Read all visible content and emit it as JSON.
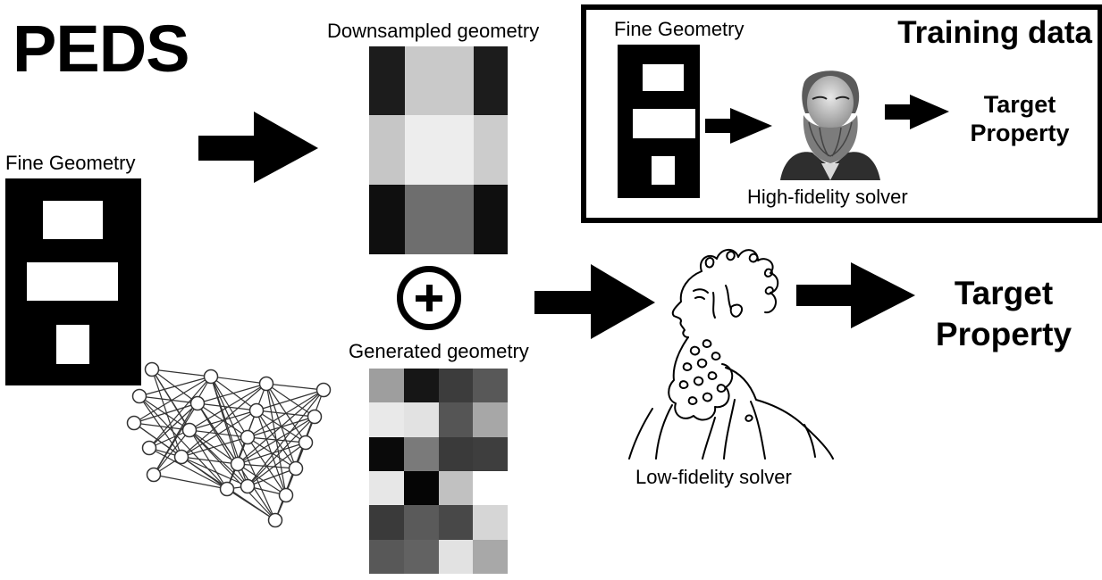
{
  "title": "PEDS",
  "labels": {
    "fine_geometry_left": "Fine Geometry",
    "downsampled": "Downsampled geometry",
    "generated": "Generated geometry",
    "low_fidelity": "Low-fidelity solver",
    "target_property_main": [
      "Target",
      "Property"
    ]
  },
  "training_box": {
    "title": "Training data",
    "fine_geometry": "Fine Geometry",
    "high_fidelity": "High-fidelity solver",
    "target_property": [
      "Target",
      "Property"
    ]
  },
  "downsampled_cells": [
    "#1c1c1c",
    "#c9c9c9",
    "#1c1c1c",
    "#c6c6c6",
    "#ededed",
    "#cccccc",
    "#0f0f0f",
    "#6e6e6e",
    "#0f0f0f"
  ],
  "generated_cells": [
    "#9e9e9e",
    "#161616",
    "#3c3c3c",
    "#585858",
    "#e9e9e9",
    "#e2e2e2",
    "#555555",
    "#a7a7a7",
    "#0a0a0a",
    "#7a7a7a",
    "#3a3a3a",
    "#3e3e3e",
    "#e7e7e7",
    "#050505",
    "#c1c1c1",
    "#ffffff",
    "#3a3a3a",
    "#5a5a5a",
    "#484848",
    "#d6d6d6",
    "#585858",
    "#626262",
    "#e2e2e2",
    "#a8a8a8"
  ],
  "colors": {
    "ink": "#000000",
    "paper": "#ffffff"
  }
}
